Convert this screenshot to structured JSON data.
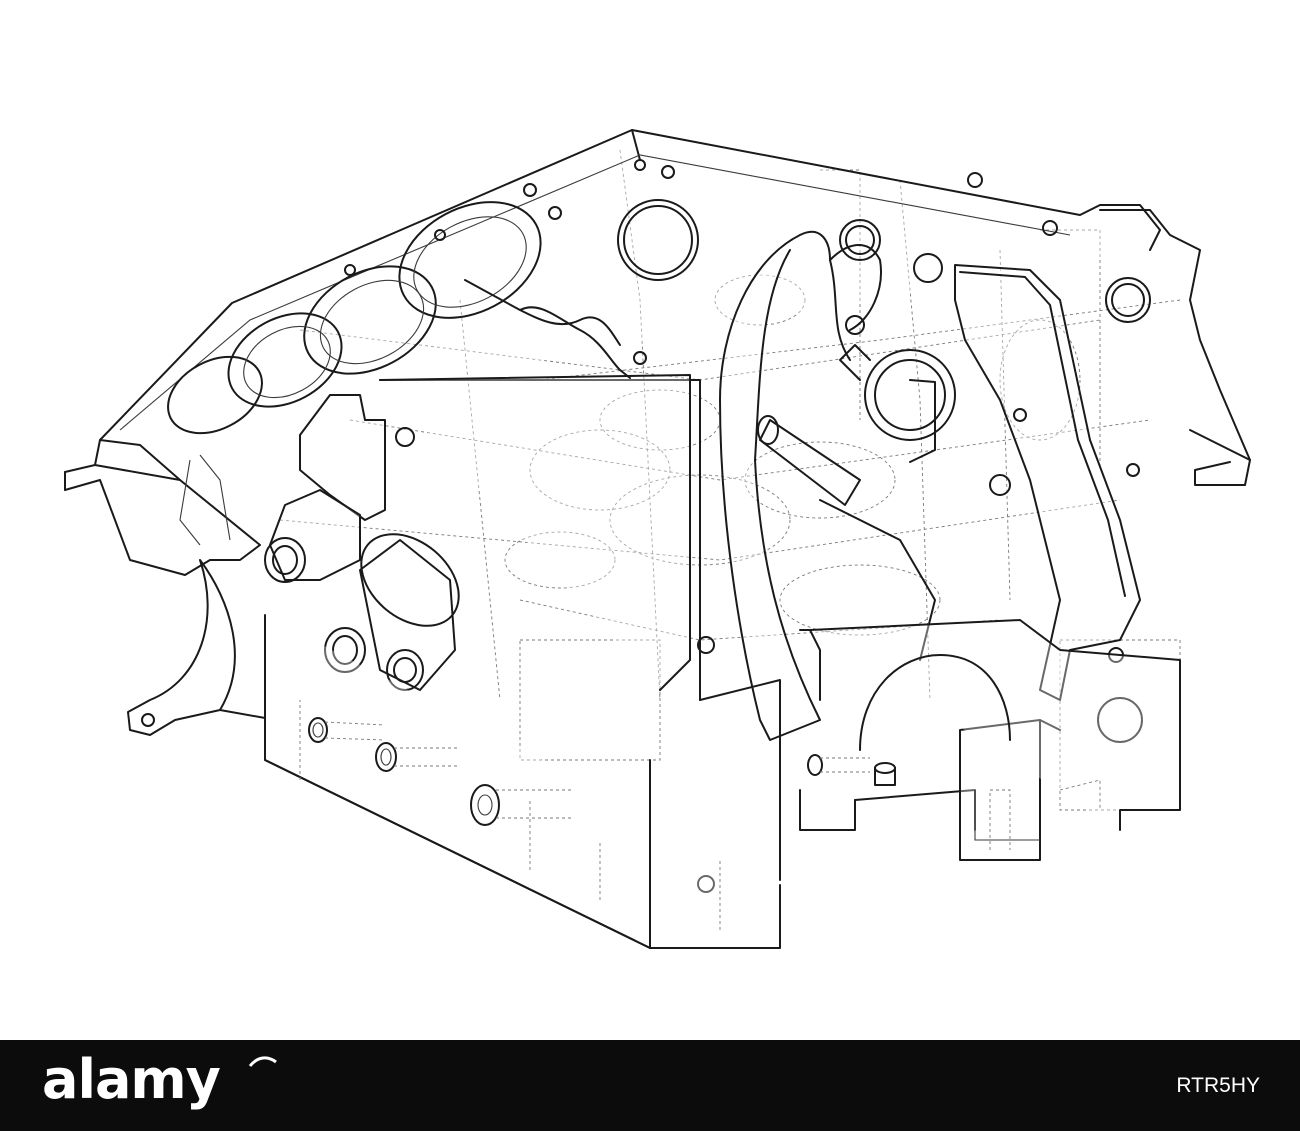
{
  "illustration": {
    "subject": "engine-cylinder-block-wireframe",
    "line_color": "#1a1a1a",
    "background": "#ffffff"
  },
  "watermark": {
    "brand": "alamy",
    "image_id": "RTR5HY",
    "bar_color": "#0c0c0c",
    "text_color": "#ffffff"
  }
}
